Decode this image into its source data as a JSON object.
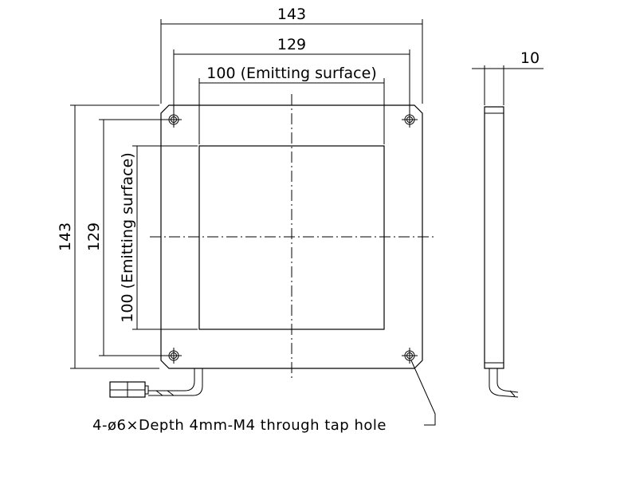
{
  "front_view": {
    "dim_overall_width": "143",
    "dim_hole_spacing_width": "129",
    "dim_emitting_width": "100 (Emitting surface)",
    "dim_overall_height": "143",
    "dim_hole_spacing_height": "129",
    "dim_emitting_height": "100 (Emitting surface)"
  },
  "side_view": {
    "dim_thickness": "10"
  },
  "note": {
    "hole_spec": "4-ø6×Depth 4mm-M4 through tap hole"
  }
}
